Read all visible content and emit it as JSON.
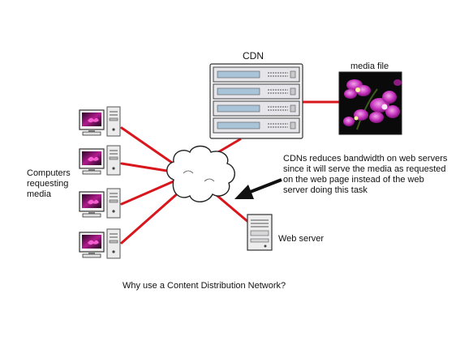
{
  "labels": {
    "cdn": "CDN",
    "media_file": "media file",
    "computers": [
      "Computers",
      "requesting",
      "media"
    ],
    "description": [
      "CDNs reduces bandwidth on  web servers",
      "since it will serve the media as requested",
      "on the web page instead of the web",
      "server doing this task"
    ],
    "web_server": "Web server",
    "caption": "Why use a Content Distribution Network?"
  },
  "colors": {
    "link": "#d9161c",
    "server_body": "#e6e6ea",
    "server_front": "#a9c4d8",
    "orchid": "#c22db8",
    "photo_bg": "#0a0a0a",
    "screen": "#b01b8d",
    "arrow": "#111111"
  },
  "icons": {
    "cdn": "rack-server-icon",
    "media": "orchid-photo-icon",
    "computer": "desktop-computer-icon",
    "cloud": "internet-cloud-icon",
    "web_server": "web-server-icon"
  },
  "computer_count": 4,
  "server_units": 4
}
